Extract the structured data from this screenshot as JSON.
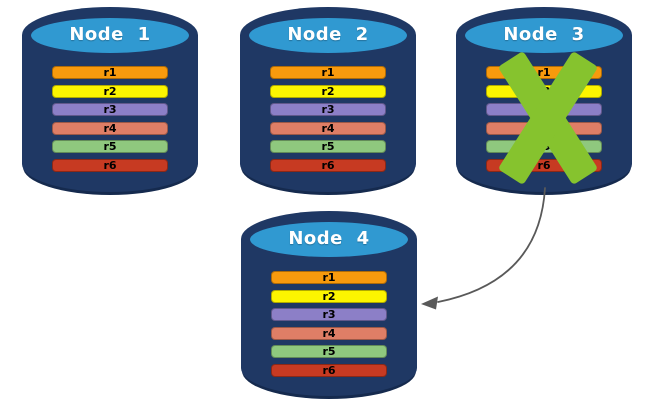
{
  "style": {
    "background": "#ffffff",
    "cylinder_body": "#1F3864",
    "cylinder_bottom_shadow": "#152A4E",
    "cylinder_top": "#3099D1",
    "title_color": "#ffffff",
    "record_text_color": "#000000",
    "arrow_color": "#595959",
    "x_color": "#86C32E"
  },
  "nodes": [
    {
      "title": "Node 1",
      "failed": false,
      "records": [
        {
          "label": "r1",
          "color": "#F89A0D"
        },
        {
          "label": "r2",
          "color": "#FCF500"
        },
        {
          "label": "r3",
          "color": "#8C7FC7"
        },
        {
          "label": "r4",
          "color": "#DF7E66"
        },
        {
          "label": "r5",
          "color": "#8FC87E"
        },
        {
          "label": "r6",
          "color": "#C73A22"
        }
      ]
    },
    {
      "title": "Node 2",
      "failed": false,
      "records": [
        {
          "label": "r1",
          "color": "#F89A0D"
        },
        {
          "label": "r2",
          "color": "#FCF500"
        },
        {
          "label": "r3",
          "color": "#8C7FC7"
        },
        {
          "label": "r4",
          "color": "#DF7E66"
        },
        {
          "label": "r5",
          "color": "#8FC87E"
        },
        {
          "label": "r6",
          "color": "#C73A22"
        }
      ]
    },
    {
      "title": "Node 3",
      "failed": true,
      "records": [
        {
          "label": "r1",
          "color": "#F89A0D"
        },
        {
          "label": "r2",
          "color": "#FCF500"
        },
        {
          "label": "r3",
          "color": "#8C7FC7"
        },
        {
          "label": "r4",
          "color": "#DF7E66"
        },
        {
          "label": "r5",
          "color": "#8FC87E"
        },
        {
          "label": "r6",
          "color": "#C73A22"
        }
      ]
    },
    {
      "title": "Node 4",
      "failed": false,
      "records": [
        {
          "label": "r1",
          "color": "#F89A0D"
        },
        {
          "label": "r2",
          "color": "#FCF500"
        },
        {
          "label": "r3",
          "color": "#8C7FC7"
        },
        {
          "label": "r4",
          "color": "#DF7E66"
        },
        {
          "label": "r5",
          "color": "#8FC87E"
        },
        {
          "label": "r6",
          "color": "#C73A22"
        }
      ]
    }
  ],
  "annotations": {
    "failure_x": {
      "over_node": "Node 3",
      "color": "#86C32E"
    },
    "arrow": {
      "from": "Node 3",
      "to": "Node 4",
      "color": "#595959"
    }
  }
}
